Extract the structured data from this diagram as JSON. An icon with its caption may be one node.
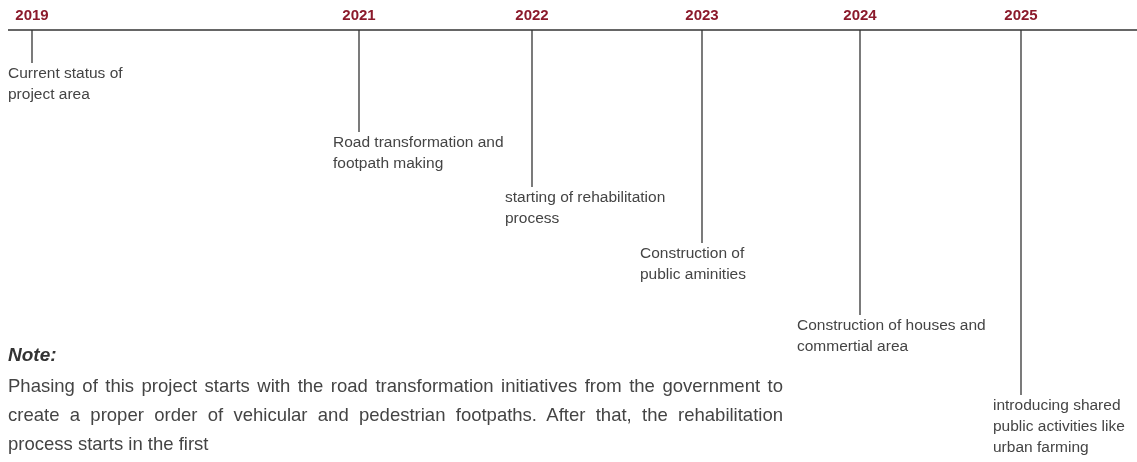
{
  "diagram": {
    "nodes": [
      {
        "text": [
          "2019"
        ]
      },
      {
        "text": [
          "Current status of project area"
        ]
      },
      {
        "text": [
          "2021"
        ]
      },
      {
        "text": [
          "Road transformation and footpath making"
        ]
      },
      {
        "text": [
          "2022"
        ]
      },
      {
        "text": [
          "starting of rehabilitation process"
        ]
      },
      {
        "text": [
          "2023"
        ]
      },
      {
        "text": [
          "Construction of public aminities"
        ]
      },
      {
        "text": [
          "2024"
        ]
      },
      {
        "text": [
          "Construction of houses and commertial area"
        ]
      },
      {
        "text": [
          "2025"
        ]
      },
      {
        "text": [
          "introducing shared public activities like urban farming"
        ]
      }
    ],
    "edges": [
      {
        "from": 0,
        "to": 1,
        "arrow": "none"
      },
      {
        "from": 2,
        "to": 3,
        "arrow": "none"
      },
      {
        "from": 4,
        "to": 5,
        "arrow": "none"
      },
      {
        "from": 6,
        "to": 7,
        "arrow": "none"
      },
      {
        "from": 8,
        "to": 9,
        "arrow": "none"
      },
      {
        "from": 10,
        "to": 11,
        "arrow": "none"
      }
    ],
    "labels": [
      "Note:",
      "Phasing of this project starts with the road transformation initiatives from the government to create a proper order of vehicular and pedestrian footpaths. After that, the rehabilitation process starts in the first"
    ]
  }
}
